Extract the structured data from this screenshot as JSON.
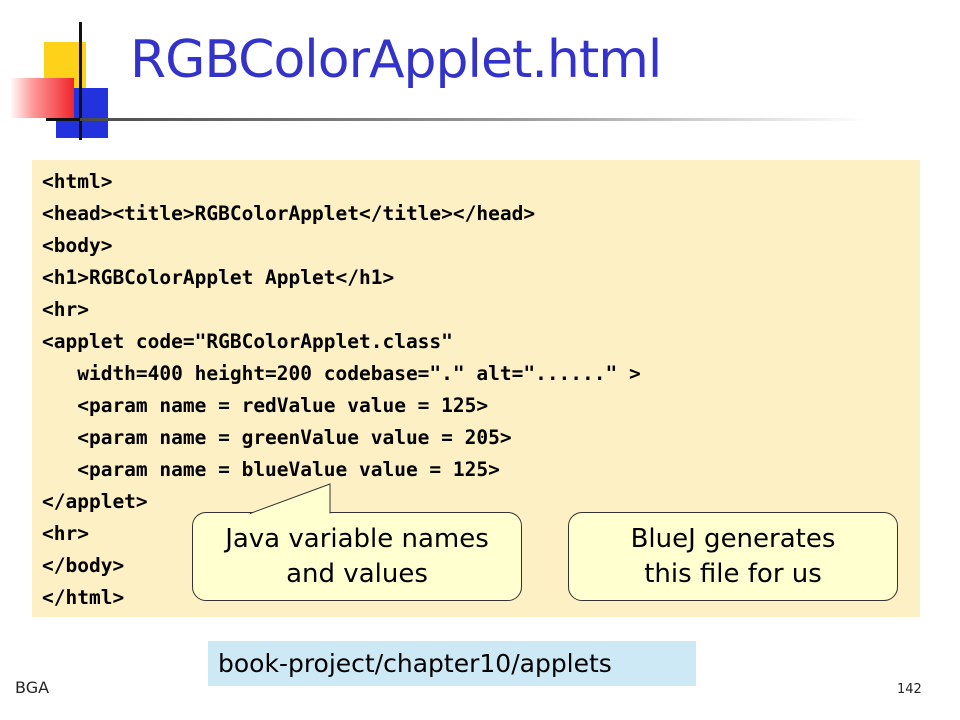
{
  "slide": {
    "title": "RGBColorApplet.html",
    "code_lines": [
      "<html>",
      "<head><title>RGBColorApplet</title></head>",
      "<body>",
      "<h1>RGBColorApplet Applet</h1>",
      "<hr>",
      "<applet code=\"RGBColorApplet.class\"",
      "   width=400 height=200 codebase=\".\" alt=\"......\" >",
      "   <param name = redValue value = 125>",
      "   <param name = greenValue value = 205>",
      "   <param name = blueValue value = 125>",
      "</applet>",
      "<hr>",
      "</body>",
      "</html>"
    ],
    "callout_left": {
      "line1": "Java variable names",
      "line2": "and values"
    },
    "callout_right": {
      "line1": "BlueJ generates",
      "line2": "this file for us"
    },
    "path_label": "book-project/chapter10/applets",
    "footer_left": "BGA",
    "page_number": "142",
    "colors": {
      "title": "#3333cc",
      "code_background": "#fdf0c4",
      "callout_background": "#ffffd0",
      "path_background": "#cde9f6"
    }
  }
}
